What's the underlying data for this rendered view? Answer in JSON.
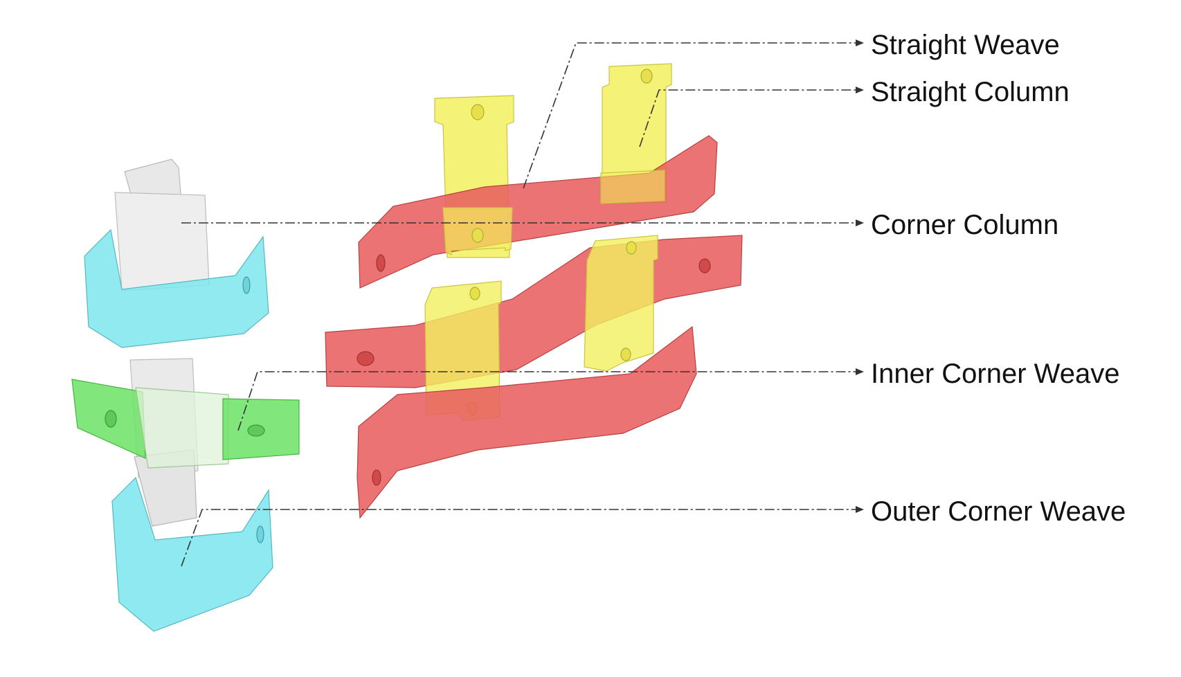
{
  "colors": {
    "straight_weave": "#e86060",
    "straight_column": "#f3f060",
    "corner_column": "#ececec",
    "inner_corner_weave": "#6fe36a",
    "outer_corner_weave": "#7fe6ef",
    "leader_line": "#333333"
  },
  "labels": {
    "straight_weave": "Straight Weave",
    "straight_column": "Straight Column",
    "corner_column": "Corner Column",
    "inner_corner_weave": "Inner Corner Weave",
    "outer_corner_weave": "Outer Corner Weave"
  }
}
